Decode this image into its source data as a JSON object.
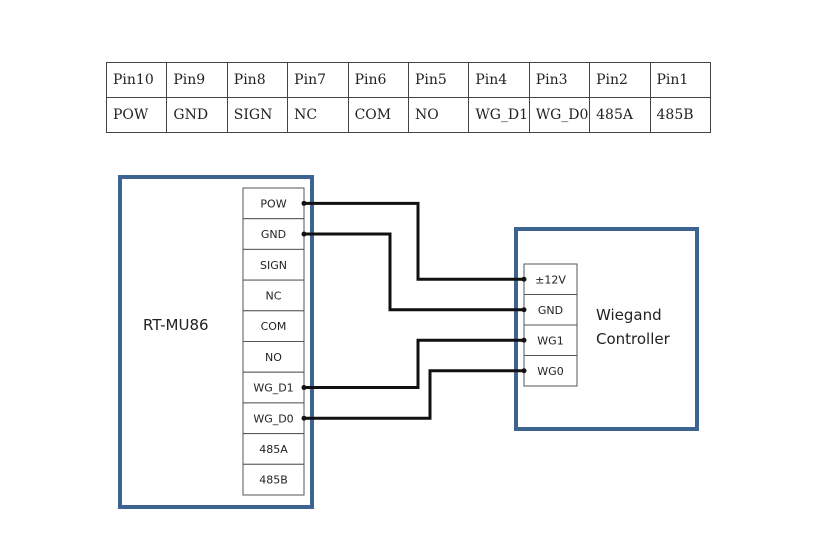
{
  "pin_table": {
    "headers": [
      "Pin10",
      "Pin9",
      "Pin8",
      "Pin7",
      "Pin6",
      "Pin5",
      "Pin4",
      "Pin3",
      "Pin2",
      "Pin1"
    ],
    "values": [
      "POW",
      "GND",
      "SIGN",
      "NC",
      "COM",
      "NO",
      "WG_D1",
      "WG_D0",
      "485A",
      "485B"
    ]
  },
  "module": {
    "name": "RT-MU86",
    "pins": [
      "POW",
      "GND",
      "SIGN",
      "NC",
      "COM",
      "NO",
      "WG_D1",
      "WG_D0",
      "485A",
      "485B"
    ]
  },
  "controller": {
    "name_line1": "Wiegand",
    "name_line2": "Controller",
    "pins": [
      "±12V",
      "GND",
      "WG1",
      "WG0"
    ]
  },
  "connections": [
    {
      "from": "POW",
      "to": "±12V"
    },
    {
      "from": "GND",
      "to": "GND"
    },
    {
      "from": "WG_D1",
      "to": "WG1"
    },
    {
      "from": "WG_D0",
      "to": "WG0"
    }
  ],
  "colors": {
    "box_border": "#3d6491",
    "wire": "#111111",
    "pin_border": "#555555"
  }
}
